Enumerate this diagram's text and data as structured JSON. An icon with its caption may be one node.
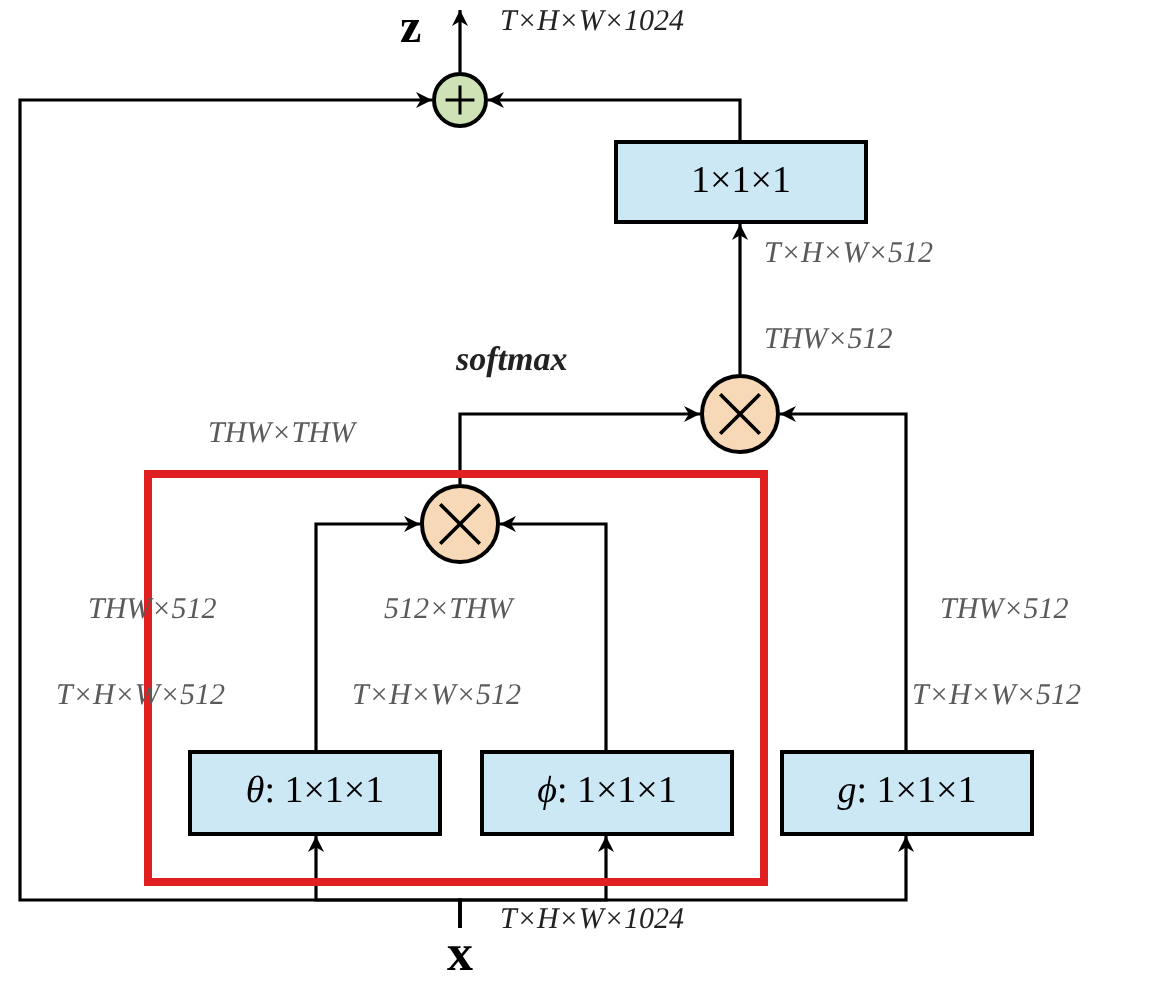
{
  "diagram": {
    "nodes": [
      {
        "text": [],
        "shape": "circle",
        "beside": [
          "T×H×W×1024"
        ]
      },
      {
        "text": [
          "1×1×1"
        ]
      },
      {
        "text": [],
        "shape": "circle",
        "beside": [
          "THW×512"
        ]
      },
      {
        "text": [],
        "shape": "box"
      },
      {
        "text": [],
        "shape": "circle",
        "in": 3,
        "beside": [
          "THW×THW"
        ]
      },
      {
        "text": [
          "*θ*: 1×1×1"
        ],
        "in": 3
      },
      {
        "text": [
          "*ϕ*: 1×1×1"
        ],
        "in": 3
      },
      {
        "text": [
          "*g*: 1×1×1"
        ]
      },
      {
        "text": [
          "x"
        ]
      }
    ],
    "edges": [
      {
        "from": 0,
        "to": null,
        "arrow": "to"
      },
      {
        "from": 1,
        "to": 0,
        "arrow": "to"
      },
      {
        "from": 2,
        "to": 1,
        "arrow": "to"
      },
      {
        "from": 4,
        "to": 2,
        "arrow": "to",
        "label": "softmax"
      },
      {
        "from": 7,
        "to": 2,
        "arrow": "to"
      },
      {
        "from": 5,
        "to": 4,
        "arrow": "to"
      },
      {
        "from": 6,
        "to": 4,
        "arrow": "to"
      },
      {
        "from": 8,
        "to": 0,
        "arrow": "to"
      },
      {
        "from": 8,
        "to": 5,
        "arrow": "to"
      },
      {
        "from": 8,
        "to": 6,
        "arrow": "to"
      },
      {
        "from": 8,
        "to": 7,
        "arrow": "to"
      }
    ],
    "labels": [
      "z",
      "T×H×W×512",
      "THW×512",
      "512×THW",
      "THW×512",
      "T×H×W×512",
      "T×H×W×512",
      "T×H×W×512",
      "T×H×W×1024"
    ]
  }
}
